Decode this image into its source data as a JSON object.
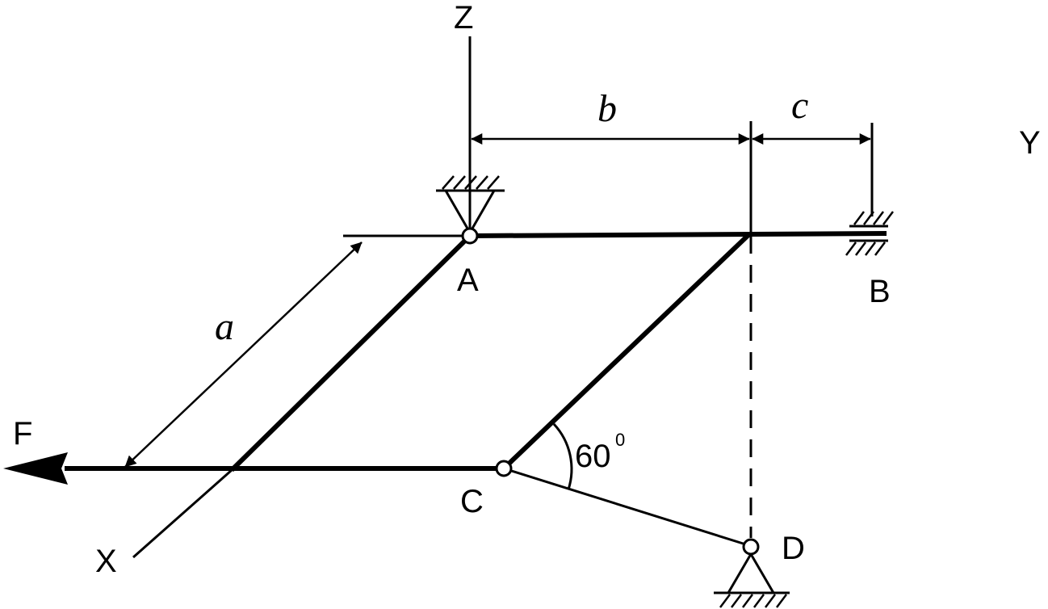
{
  "diagram": {
    "axes": {
      "x": "X",
      "y": "Y",
      "z": "Z"
    },
    "points": {
      "a": "A",
      "b": "B",
      "c": "C",
      "d": "D"
    },
    "dimensions": {
      "a": "a",
      "b": "b",
      "c": "c"
    },
    "force": "F",
    "angle": {
      "value": "60",
      "unit": "0"
    },
    "colors": {
      "ink": "#000000",
      "background": "#ffffff"
    }
  }
}
